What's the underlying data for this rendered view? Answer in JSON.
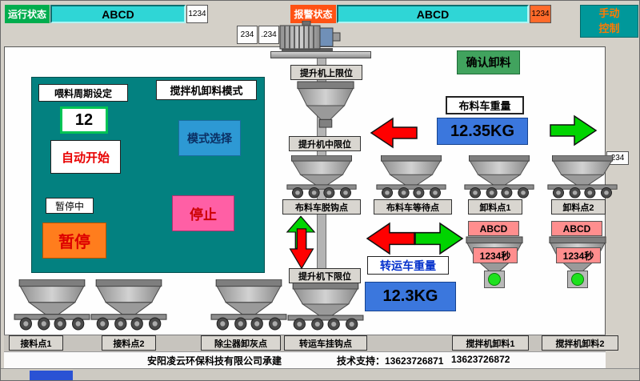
{
  "window": {
    "run_status": {
      "label": "运行状态",
      "value": "ABCD",
      "number": "1234"
    },
    "alarm_status": {
      "label": "报警状态",
      "value": "ABCD",
      "number": "1234"
    },
    "manual_control_label": "手动控制",
    "aux_value_1": "234",
    "aux_value_2": ".234",
    "side_value": "234"
  },
  "control_panel": {
    "feed_cycle_label": "喂料周期设定",
    "feed_cycle_value": "12",
    "auto_start_label": "自动开始",
    "mixer_unload_mode_label": "搅拌机卸料模式",
    "mode_select_label": "模式选择",
    "pausing_label": "暂停中",
    "pause_label": "暂停",
    "stop_label": "停止"
  },
  "hoist": {
    "upper_limit_label": "提升机上限位",
    "middle_limit_label": "提升机中限位",
    "lower_limit_label": "提升机下限位"
  },
  "actions": {
    "confirm_unload_label": "确认卸料"
  },
  "weights": {
    "distribution_car": {
      "label": "布料车重量",
      "value": "12.35KG"
    },
    "transfer_car": {
      "label": "转运车重量",
      "value": "12.3KG"
    }
  },
  "mid_stations": [
    "布料车脱钩点",
    "布料车等待点",
    "卸料点1",
    "卸料点2"
  ],
  "mixers": [
    {
      "status": "ABCD",
      "time": "1234秒"
    },
    {
      "status": "ABCD",
      "time": "1234秒"
    }
  ],
  "bottom_stations": [
    "接料点1",
    "接料点2",
    "除尘器卸灰点",
    "转运车挂钩点",
    "搅拌机卸料1",
    "搅拌机卸料2"
  ],
  "footer": {
    "company": "安阳凌云环保科技有限公司承建",
    "support_label": "技术支持：13623726871",
    "support_phone2": "13623726872"
  },
  "colors": {
    "status_green": "#00ad4e",
    "alarm_orange": "#ff5214",
    "display_cyan": "#2fd6d6",
    "panel_teal": "#038180",
    "weight_blue": "#3b77dd",
    "arrow_red": "#ff0000",
    "arrow_green": "#00d400",
    "tag_pink": "#ff8e8e",
    "indicator_green": "#1ee11e"
  }
}
